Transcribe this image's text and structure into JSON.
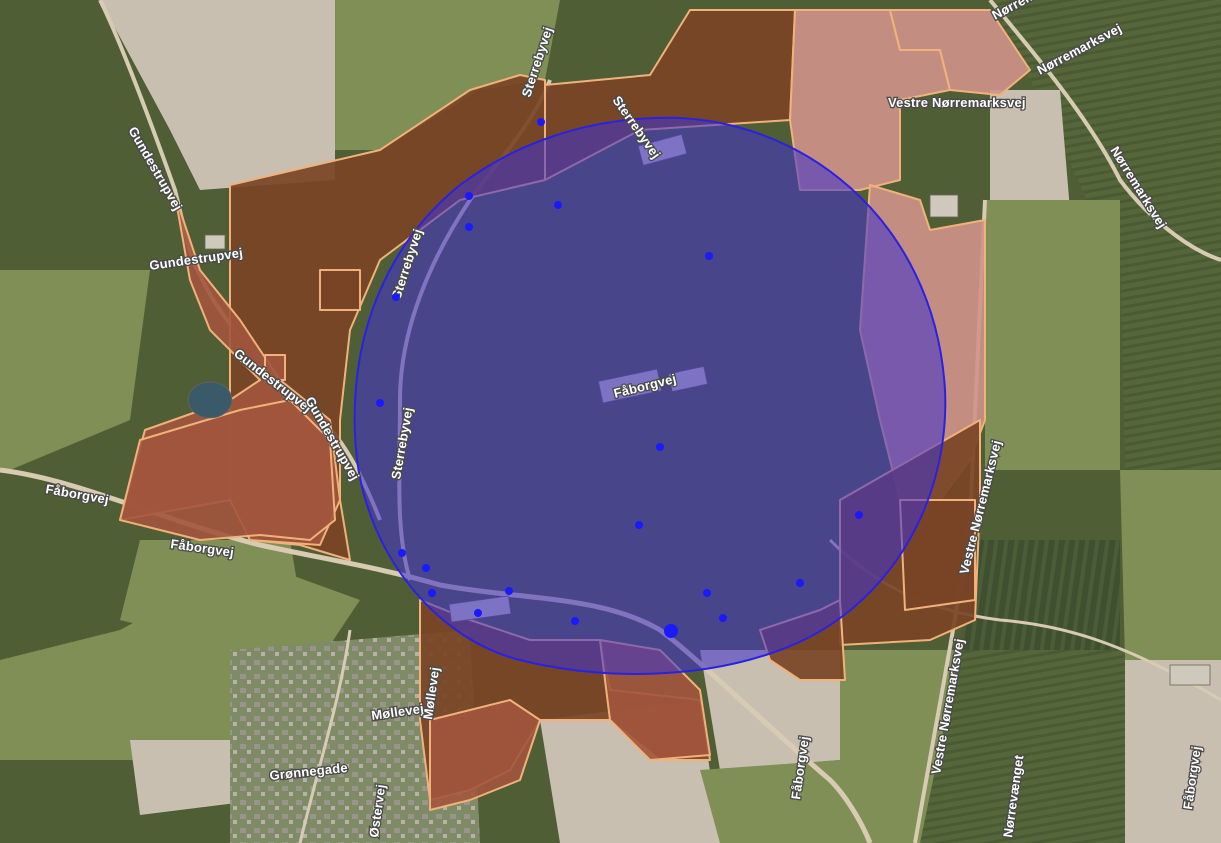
{
  "map": {
    "colors": {
      "fields_dark": "#4f5e34",
      "fields_light": "#7f8f55",
      "bare_soil": "#c9bfb1",
      "parcel_brown": "#7a4426",
      "parcel_red": "#a2553d",
      "parcel_pink": "#cf9389",
      "parcel_outline": "#f0b27a",
      "buffer_fill": "#4433cc",
      "buffer_stroke": "#2a22e0",
      "point": "#1a1aff",
      "road": "#d9cbb3",
      "town": "#8d8a80"
    },
    "road_labels": {
      "gundestrupvej_1": "Gundestrupvej",
      "gundestrupvej_2": "Gundestrupvej",
      "gundestrupvej_3": "Gundestrupvej",
      "gundestrupvej_4": "Gundestrupvej",
      "faborgvej_w": "Fåborgvej",
      "faborgvej_w2": "Fåborgvej",
      "faborgvej_c": "Fåborgvej",
      "faborgvej_se": "Fåborgvej",
      "faborgvej_e": "Fåborgvej",
      "sterrebyvej_1": "Sterrebyvej",
      "sterrebyvej_2": "Sterrebyvej",
      "sterrebyvej_3": "Sterrebyvej",
      "sterrebyvej_4": "Sterrebyvej",
      "vestre_nm_1": "Vestre Nørremarksvej",
      "vestre_nm_2": "Vestre Nørremarksvej",
      "vestre_nm_3": "Vestre Nørremarksvej",
      "norremarksvej_1": "Nørremarksvej",
      "norremarksvej_2": "Nørremarksvej",
      "norremarksvej_3": "Nørremarksvej",
      "grønnegade": "Grønnegade",
      "mollevej_1": "Møllevej",
      "mollevej_2": "Møllevej",
      "ostervej": "Østervej",
      "nedre": "Nørrevænget"
    }
  }
}
